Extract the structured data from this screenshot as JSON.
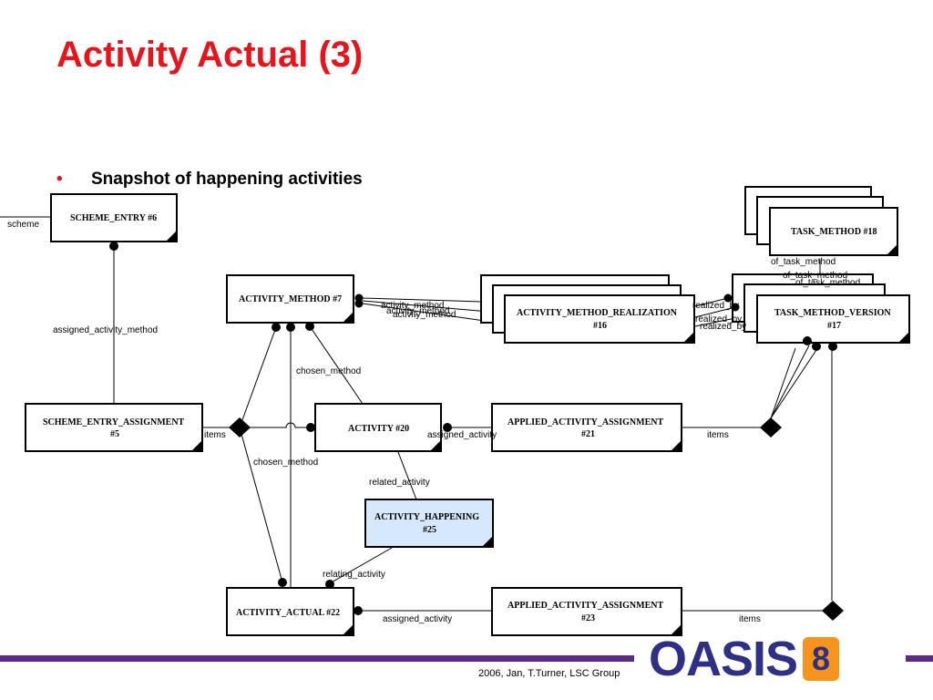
{
  "slide": {
    "title": "Activity Actual (3)",
    "bullet": "Snapshot of happening activities",
    "footer": "2006, Jan, T.Turner, LSC Group",
    "logo_text": "OASIS",
    "logo_mark_glyph": "8"
  },
  "colors": {
    "title": "#e8141c",
    "footer_bar": "#5b2a86",
    "logo_text": "#2e2f86",
    "logo_mark": "#f7941d",
    "highlight_entity": "#d6e8fb"
  },
  "entities": {
    "scheme_entry": [
      "SCHEME_ENTRY #6"
    ],
    "task_method": [
      "TASK_METHOD #18"
    ],
    "activity_method": [
      "ACTIVITY_METHOD #7"
    ],
    "activity_method_realization": [
      "ACTIVITY_METHOD_REALIZATION",
      "#16"
    ],
    "task_method_version": [
      "TASK_METHOD_VERSION",
      "#17"
    ],
    "scheme_entry_assignment": [
      "SCHEME_ENTRY_ASSIGNMENT",
      "#5"
    ],
    "activity": [
      "ACTIVITY #20"
    ],
    "applied_activity_assignment_21": [
      "APPLIED_ACTIVITY_ASSIGNMENT",
      "#21"
    ],
    "activity_happening": [
      "ACTIVITY_HAPPENING",
      "#25"
    ],
    "activity_actual": [
      "ACTIVITY_ACTUAL #22"
    ],
    "applied_activity_assignment_23": [
      "APPLIED_ACTIVITY_ASSIGNMENT",
      "#23"
    ]
  },
  "relations": {
    "scheme": "scheme",
    "assigned_activity_method": "assigned_activity_method",
    "chosen_method_top": "chosen_method",
    "chosen_method_bottom": "chosen_method",
    "items_5": "items",
    "assigned_activity_21": "assigned_activity",
    "items_21": "items",
    "related_activity": "related_activity",
    "relating_activity": "relating_activity",
    "assigned_activity_23": "assigned_activity",
    "items_23": "items",
    "activity_method_1": "activity_method",
    "activity_method_2": "activity_method",
    "activity_method_3": "activity_method",
    "realized_by_1": "realized_by",
    "realized_by_2": "realized_by",
    "realized_by_3": "realized_by",
    "of_task_method_1": "of_task_method",
    "of_task_method_2": "of_task_method",
    "of_task_method_3": "of_task_method"
  }
}
